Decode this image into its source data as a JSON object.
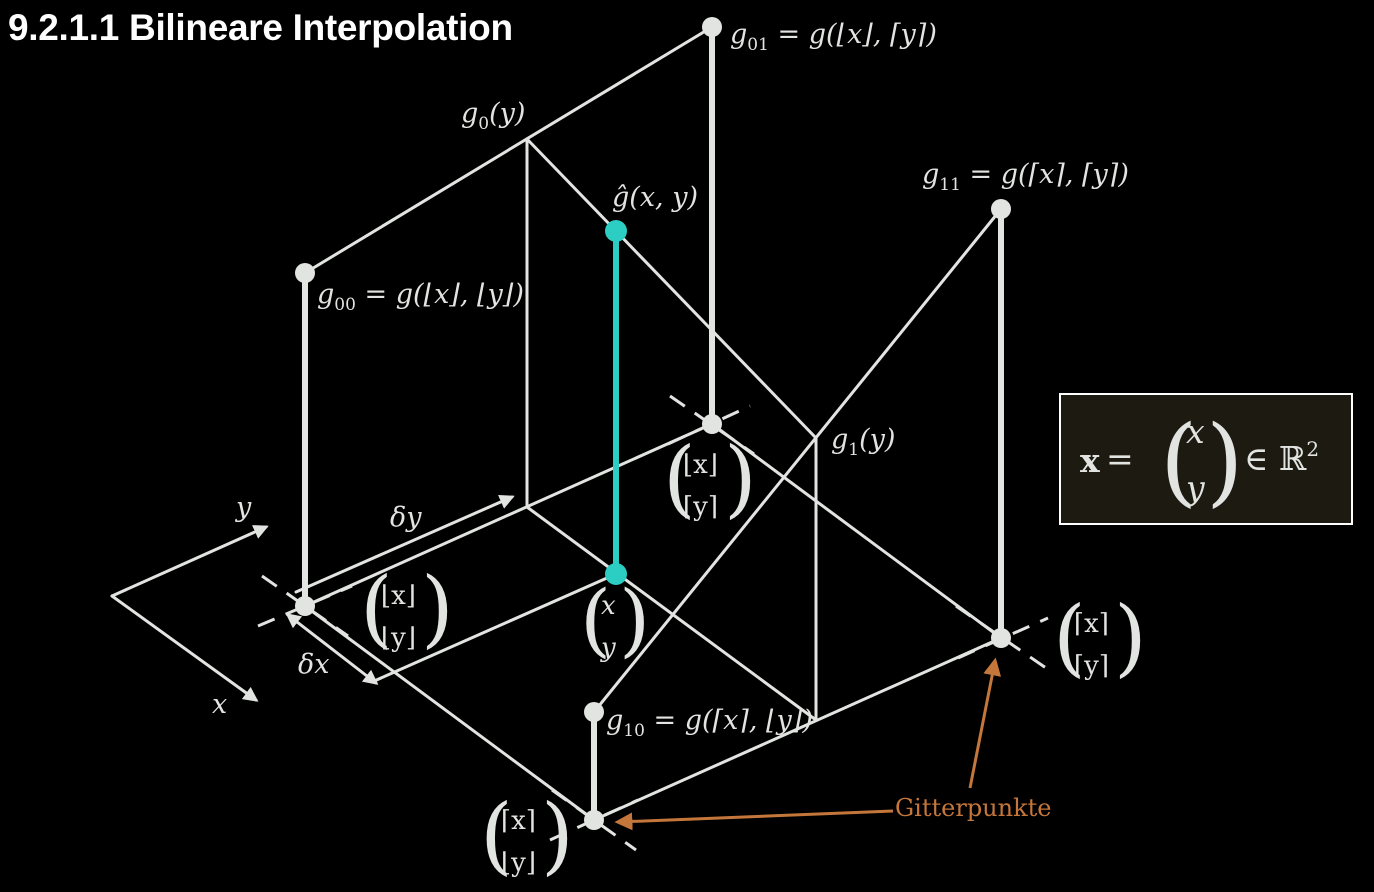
{
  "title": "9.2.1.1 Bilineare Interpolation",
  "labels": {
    "g01": {
      "name": "g",
      "sub": "01",
      "rhs": " = g(⌊x⌋, ⌈y⌉)"
    },
    "g0y": {
      "name": "g",
      "sub": "0",
      "rhs": "(y)"
    },
    "g11": {
      "name": "g",
      "sub": "11",
      "rhs": " = g(⌈x⌉, ⌈y⌉)"
    },
    "ghat": "ĝ(x, y)",
    "g00": {
      "name": "g",
      "sub": "00",
      "rhs": " = g(⌊x⌋, ⌊y⌋)"
    },
    "g1y": {
      "name": "g",
      "sub": "1",
      "rhs": "(y)"
    },
    "g10": {
      "name": "g",
      "sub": "10",
      "rhs": " = g(⌈x⌉, ⌊y⌋)"
    }
  },
  "grid_vectors": {
    "floor_x_ceil_y": [
      "⌊x⌋",
      "⌈y⌉"
    ],
    "floor_x_floor_y": [
      "⌊x⌋",
      "⌊y⌋"
    ],
    "xy": [
      "x",
      "y"
    ],
    "ceil_x_ceil_y": [
      "⌈x⌉",
      "⌈y⌉"
    ],
    "ceil_x_floor_y": [
      "⌈x⌉",
      "⌊y⌋"
    ]
  },
  "axes": {
    "x": "x",
    "y": "y"
  },
  "deltas": {
    "dx": "δx",
    "dy": "δy"
  },
  "definition": {
    "lhs": "x",
    "op": " = ",
    "vector": [
      "x",
      "y"
    ],
    "set": "∈ ℝ",
    "exp": "2"
  },
  "annotation": "Gitterpunkte",
  "colors": {
    "background": "#000000",
    "line": "#e2e4e1",
    "highlight": "#2ccdc2",
    "annotation": "#c5773b",
    "box_fill": "#1d1b11"
  }
}
